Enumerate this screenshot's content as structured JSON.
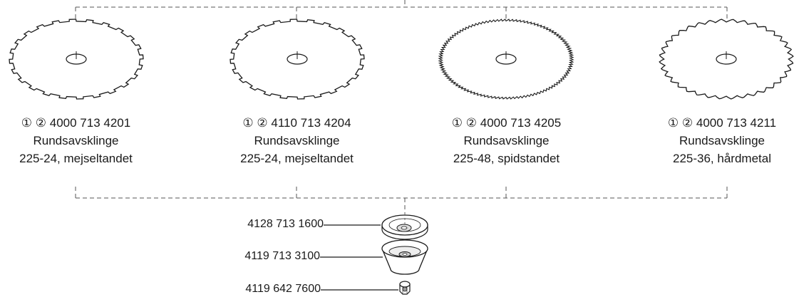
{
  "blades": [
    {
      "marks": "① ②",
      "part_no": "4000 713 4201",
      "name": "Rundsavsklinge",
      "spec": "225-24, mejseltandet",
      "teeth": 24,
      "style": "chisel"
    },
    {
      "marks": "① ②",
      "part_no": "4110 713 4204",
      "name": "Rundsavsklinge",
      "spec": "225-24, mejseltandet",
      "teeth": 24,
      "style": "chisel"
    },
    {
      "marks": "① ②",
      "part_no": "4000 713 4205",
      "name": "Rundsavsklinge",
      "spec": "225-48, spidstandet",
      "teeth": 110,
      "style": "fine"
    },
    {
      "marks": "① ②",
      "part_no": "4000 713 4211",
      "name": "Rundsavsklinge",
      "spec": "225-36, hårdmetal",
      "teeth": 36,
      "style": "carbide"
    }
  ],
  "parts": [
    {
      "part_no": "4128 713 1600",
      "icon": "thrust-plate-icon"
    },
    {
      "part_no": "4119 713 3100",
      "icon": "thrust-cup-icon"
    },
    {
      "part_no": "4119 642 7600",
      "icon": "nut-icon"
    }
  ],
  "colors": {
    "line": "#1a1a1a",
    "dash": "#555555",
    "fill": "#ffffff",
    "shade": "#d8d8d8"
  }
}
